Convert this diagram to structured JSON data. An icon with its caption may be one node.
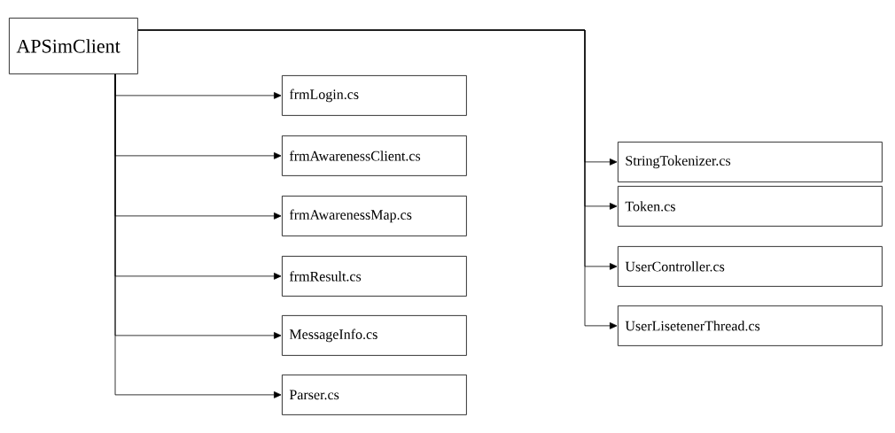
{
  "diagram": {
    "nodes": [
      {
        "text": [
          "APSimClient"
        ]
      },
      {
        "text": [
          "frmLogin.cs"
        ]
      },
      {
        "text": [
          "frmAwarenessClient.cs"
        ]
      },
      {
        "text": [
          "frmAwarenessMap.cs"
        ]
      },
      {
        "text": [
          "frmResult.cs"
        ]
      },
      {
        "text": [
          "MessageInfo.cs"
        ]
      },
      {
        "text": [
          "Parser.cs"
        ]
      },
      {
        "text": [
          "StringTokenizer.cs"
        ]
      },
      {
        "text": [
          "Token.cs"
        ]
      },
      {
        "text": [
          "UserController.cs"
        ]
      },
      {
        "text": [
          "UserLisetenerThread.cs"
        ]
      }
    ],
    "edges": [
      {
        "from": 0,
        "to": 1,
        "arrow": "to"
      },
      {
        "from": 0,
        "to": 2,
        "arrow": "to"
      },
      {
        "from": 0,
        "to": 3,
        "arrow": "to"
      },
      {
        "from": 0,
        "to": 4,
        "arrow": "to"
      },
      {
        "from": 0,
        "to": 5,
        "arrow": "to"
      },
      {
        "from": 0,
        "to": 6,
        "arrow": "to"
      },
      {
        "from": 0,
        "to": 7,
        "arrow": "to"
      },
      {
        "from": 0,
        "to": 8,
        "arrow": "to"
      },
      {
        "from": 0,
        "to": 9,
        "arrow": "to"
      },
      {
        "from": 0,
        "to": 10,
        "arrow": "to"
      }
    ]
  }
}
